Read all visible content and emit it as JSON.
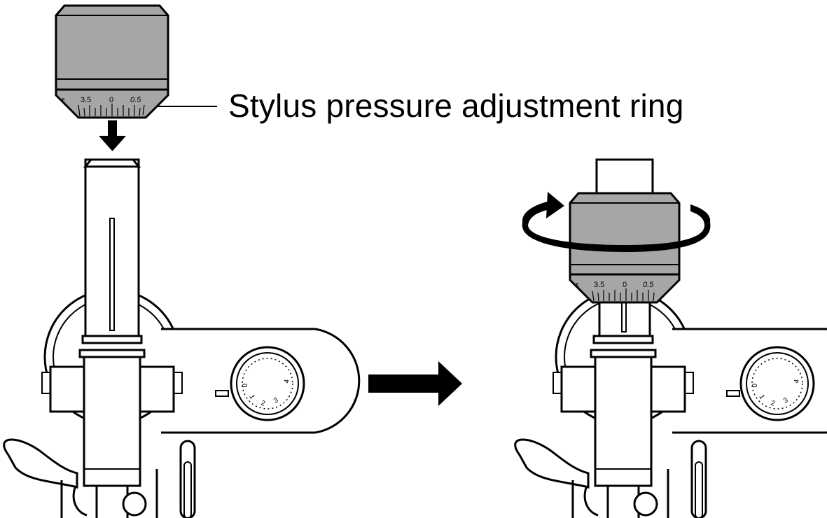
{
  "callout": {
    "label": "Stylus pressure adjustment ring"
  },
  "ring_scale": {
    "left_mark": "3.5",
    "center_mark": "0",
    "right_mark": "0.5"
  },
  "dial_scale": [
    "0",
    "1",
    "2",
    "3",
    "4"
  ],
  "colors": {
    "ring_gray": "#a6a6a6",
    "line": "#000000",
    "background": "#ffffff"
  },
  "icons": [
    "down-arrow-icon",
    "right-arrow-icon",
    "rotate-arrow-icon"
  ]
}
